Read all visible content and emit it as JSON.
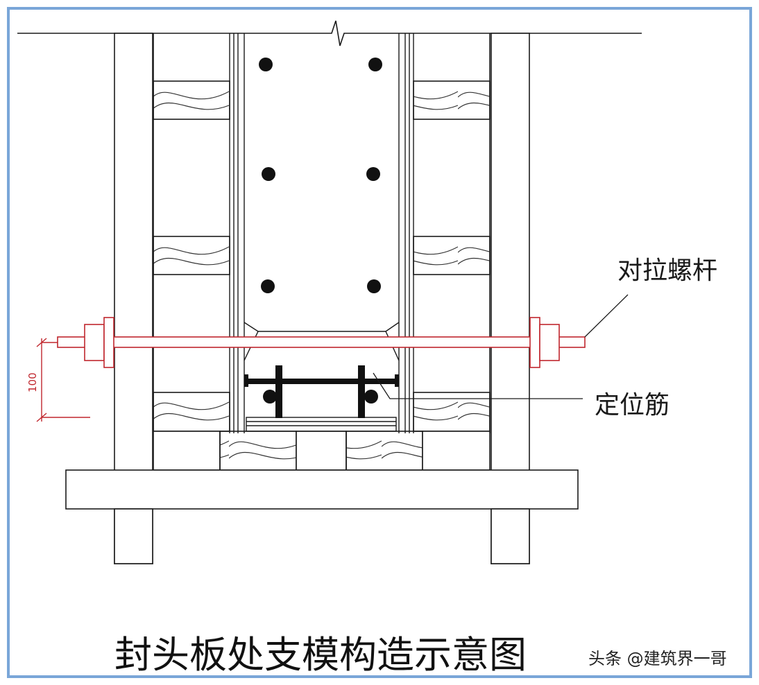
{
  "labels": {
    "tie_rod": "对拉螺杆",
    "positioning_bar": "定位筋",
    "dimension": "100",
    "title": "封头板处支模构造示意图",
    "watermark": "头条 @建筑界一哥"
  },
  "colors": {
    "frame_border": "#7aa6d8",
    "line": "#1a1a1a",
    "tie_rod": "#c0262d",
    "rebar": "#111111"
  }
}
